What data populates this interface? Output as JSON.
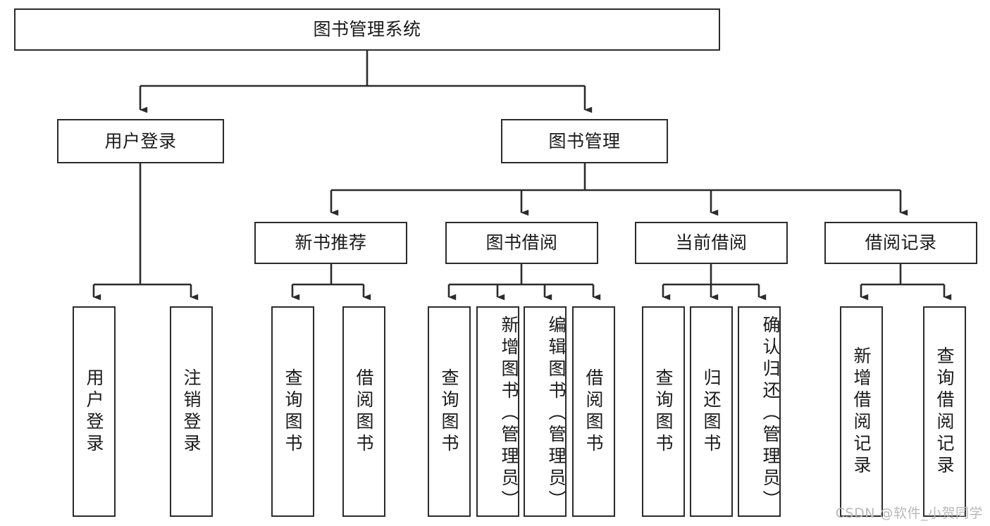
{
  "diagram": {
    "title": "图书管理系统",
    "watermark": "CSDN @软件_小贺同学",
    "line_color": "#2b2b2b",
    "text_color": "#1a1a1a",
    "background": "#ffffff",
    "levels": {
      "root": {
        "label": "图书管理系统"
      },
      "level2": [
        {
          "label": "用户登录"
        },
        {
          "label": "图书管理"
        }
      ],
      "level3": [
        {
          "label": "新书推荐"
        },
        {
          "label": "图书借阅"
        },
        {
          "label": "当前借阅"
        },
        {
          "label": "借阅记录"
        }
      ],
      "leaves": {
        "user_login": [
          {
            "label": "用户登录"
          },
          {
            "label": "注销登录"
          }
        ],
        "new_book_rec": [
          {
            "label": "查询图书"
          },
          {
            "label": "借阅图书"
          }
        ],
        "book_borrow": [
          {
            "label": "查询图书"
          },
          {
            "label": "新增图书（管理员）"
          },
          {
            "label": "编辑图书（管理员）"
          },
          {
            "label": "借阅图书"
          }
        ],
        "current_borrow": [
          {
            "label": "查询图书"
          },
          {
            "label": "归还图书"
          },
          {
            "label": "确认归还（管理员）"
          }
        ],
        "borrow_record": [
          {
            "label": "新增借阅记录"
          },
          {
            "label": "查询借阅记录"
          }
        ]
      }
    }
  }
}
